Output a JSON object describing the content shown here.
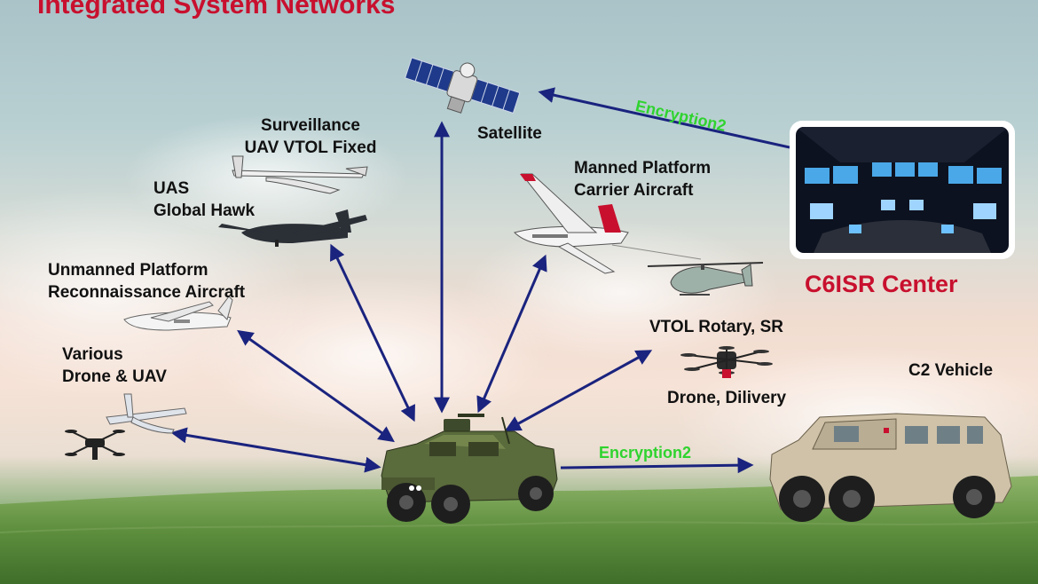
{
  "title": "Integrated System Networks",
  "nodes": {
    "satellite": "Satellite",
    "surveillance_line1": "Surveillance",
    "surveillance_line2": "UAV VTOL Fixed",
    "uas_line1": "UAS",
    "uas_line2": "Global Hawk",
    "unmanned_line1": "Unmanned Platform",
    "unmanned_line2": "Reconnaissance Aircraft",
    "various_line1": "Various",
    "various_line2": "Drone & UAV",
    "manned_line1": "Manned Platform",
    "manned_line2": "Carrier Aircraft",
    "vtol_rotary": "VTOL Rotary, SR",
    "drone_delivery": "Drone, Dilivery",
    "c2_vehicle": "C2 Vehicle",
    "c6isr_center": "C6ISR Center"
  },
  "links": {
    "encryption_top": "Encryption2",
    "encryption_bottom": "Encryption2"
  },
  "colors": {
    "title_red": "#c8102e",
    "arrow_navy": "#1a237e",
    "encryption_green": "#2fd32f"
  }
}
